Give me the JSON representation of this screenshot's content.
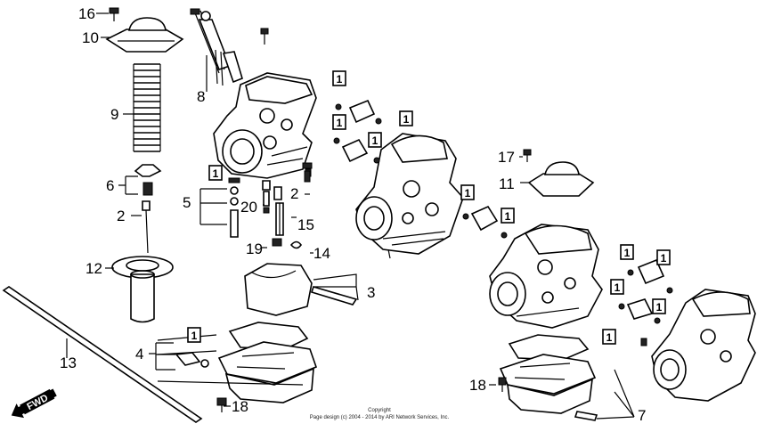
{
  "labels": {
    "n16": "16",
    "n10": "10",
    "n9": "9",
    "n8": "8",
    "n6": "6",
    "n5": "5",
    "n2a": "2",
    "n2b": "2",
    "n20": "20",
    "n15": "15",
    "n19": "19",
    "n14": "14",
    "n12": "12",
    "n3": "3",
    "n4": "4",
    "n13": "13",
    "n18a": "18",
    "n17": "17",
    "n11": "11",
    "n18b": "18",
    "n7": "7"
  },
  "box_label": "1",
  "fwd_label": "FWD",
  "copyright": {
    "line1": "Copyright",
    "line2": "Page design (c) 2004 - 2014 by ARI Network Services, Inc."
  }
}
